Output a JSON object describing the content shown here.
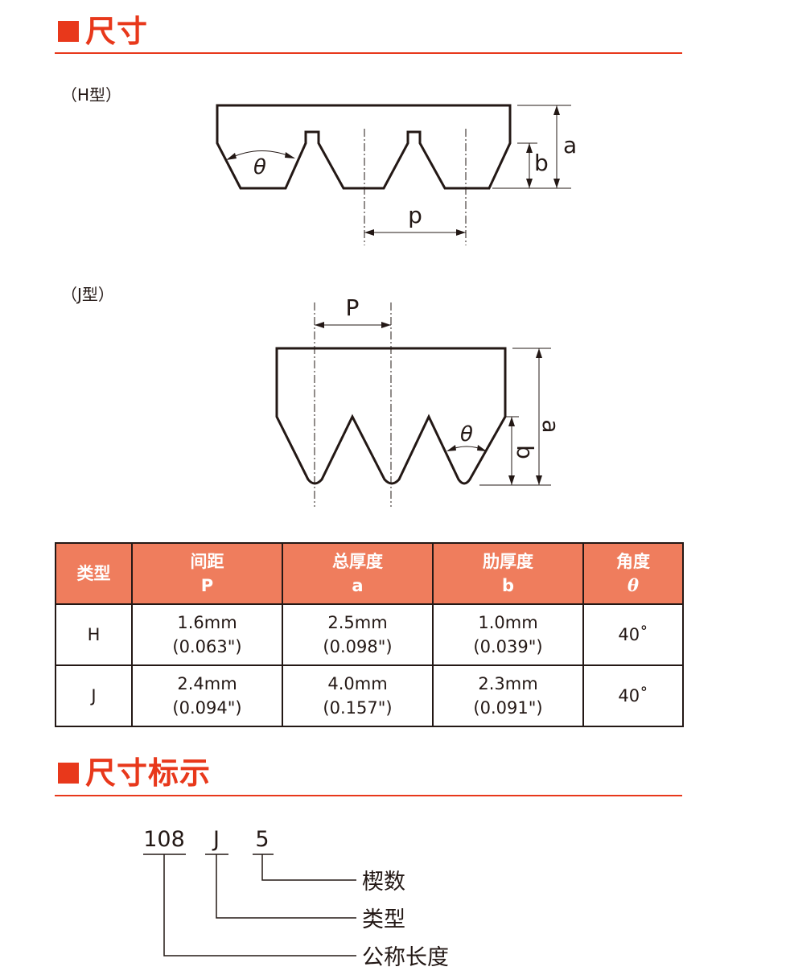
{
  "sections": [
    {
      "title": "尺寸"
    },
    {
      "title": "尺寸标示"
    }
  ],
  "diagrams": {
    "h_type": {
      "label": "（H型）",
      "dims": {
        "a": "a",
        "b": "b",
        "p": "p",
        "theta": "θ"
      }
    },
    "j_type": {
      "label": "（J型）",
      "dims": {
        "P": "P",
        "a": "a",
        "b": "b",
        "theta": "θ"
      }
    }
  },
  "table": {
    "headers": [
      {
        "line1": "类型",
        "line2": ""
      },
      {
        "line1": "间距",
        "line2": "P"
      },
      {
        "line1": "总厚度",
        "line2": "a"
      },
      {
        "line1": "肋厚度",
        "line2": "b"
      },
      {
        "line1": "角度",
        "line2": "θ"
      }
    ],
    "rows": [
      {
        "type": "H",
        "pitch": [
          "1.6mm",
          "(0.063\")"
        ],
        "total": [
          "2.5mm",
          "(0.098\")"
        ],
        "rib": [
          "1.0mm",
          "(0.039\")"
        ],
        "angle": "40˚"
      },
      {
        "type": "J",
        "pitch": [
          "2.4mm",
          "(0.094\")"
        ],
        "total": [
          "4.0mm",
          "(0.157\")"
        ],
        "rib": [
          "2.3mm",
          "(0.091\")"
        ],
        "angle": "40˚"
      }
    ]
  },
  "designation": {
    "parts": [
      "108",
      "J",
      "5"
    ],
    "labels": [
      "楔数",
      "类型",
      "公称长度"
    ]
  },
  "colors": {
    "accent": "#e8381b",
    "header_fill": "#ef7d5d",
    "line": "#231815"
  }
}
